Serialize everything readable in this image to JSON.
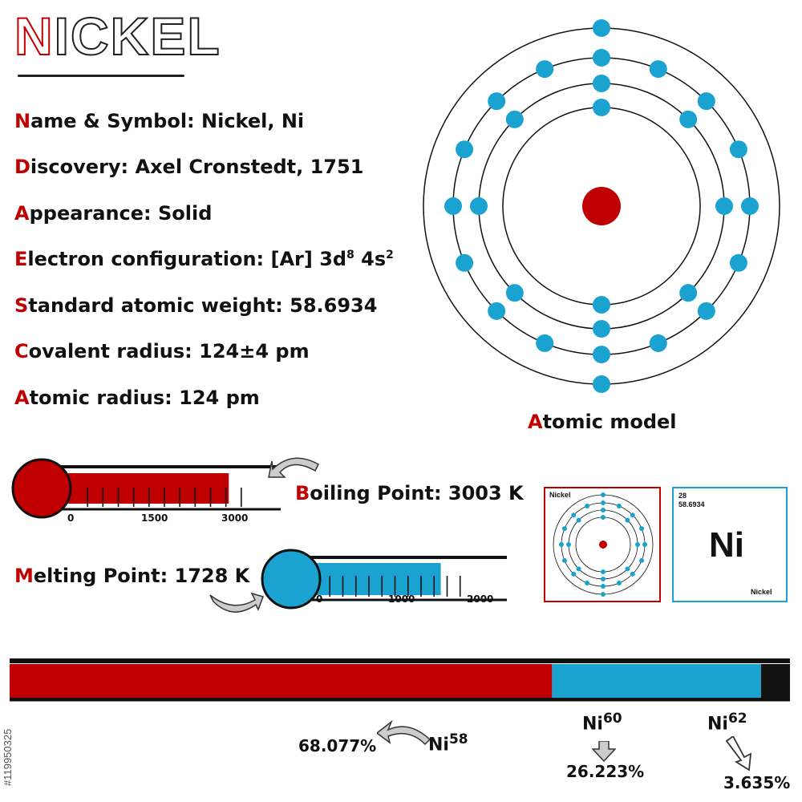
{
  "title": {
    "first_letter": "N",
    "rest": "ICKEL"
  },
  "facts": [
    {
      "cap": "N",
      "text": "ame & Symbol: Nickel, Ni"
    },
    {
      "cap": "D",
      "text": "iscovery: Axel Cronstedt, 1751"
    },
    {
      "cap": "A",
      "text": "ppearance: Solid"
    },
    {
      "cap": "E",
      "text": "lectron configuration: [Ar] 3d",
      "sup1": "8",
      "mid": " 4s",
      "sup2": "2"
    },
    {
      "cap": "S",
      "text": "tandard atomic weight: 58.6934"
    },
    {
      "cap": "C",
      "text": "ovalent radius: 124±4 pm"
    },
    {
      "cap": "A",
      "text": "tomic radius: 124 pm"
    }
  ],
  "atomic_model": {
    "label_cap": "A",
    "label_rest": "tomic model",
    "shells": [
      2,
      8,
      16,
      2
    ],
    "nucleus_color": "#c00000",
    "electron_color": "#1aa3d1"
  },
  "boiling": {
    "label_cap": "B",
    "label_rest": "oiling Point: 3003 K",
    "value": 3003,
    "scale_max": 3600,
    "ticks": [
      "0",
      "1500",
      "3000"
    ],
    "color": "#c00000"
  },
  "melting": {
    "label_cap": "M",
    "label_rest": "elting Point: 1728 K",
    "value": 1728,
    "scale_max": 2200,
    "ticks": [
      "0",
      "1000",
      "2000"
    ],
    "color": "#1aa3d1"
  },
  "cards": {
    "model_card_name": "Nickel",
    "element_number": "28",
    "element_weight": "58.6934",
    "element_symbol": "Ni",
    "element_name": "Nickel"
  },
  "isotopes": [
    {
      "name": "Ni",
      "mass": "58",
      "percent": "68.077%",
      "color": "#c00000",
      "fraction": 0.68077
    },
    {
      "name": "Ni",
      "mass": "60",
      "percent": "26.223%",
      "color": "#1aa3d1",
      "fraction": 0.26223
    },
    {
      "name": "Ni",
      "mass": "62",
      "percent": "3.635%",
      "color": "#111111",
      "fraction": 0.03635
    }
  ],
  "watermark": "#119950325"
}
